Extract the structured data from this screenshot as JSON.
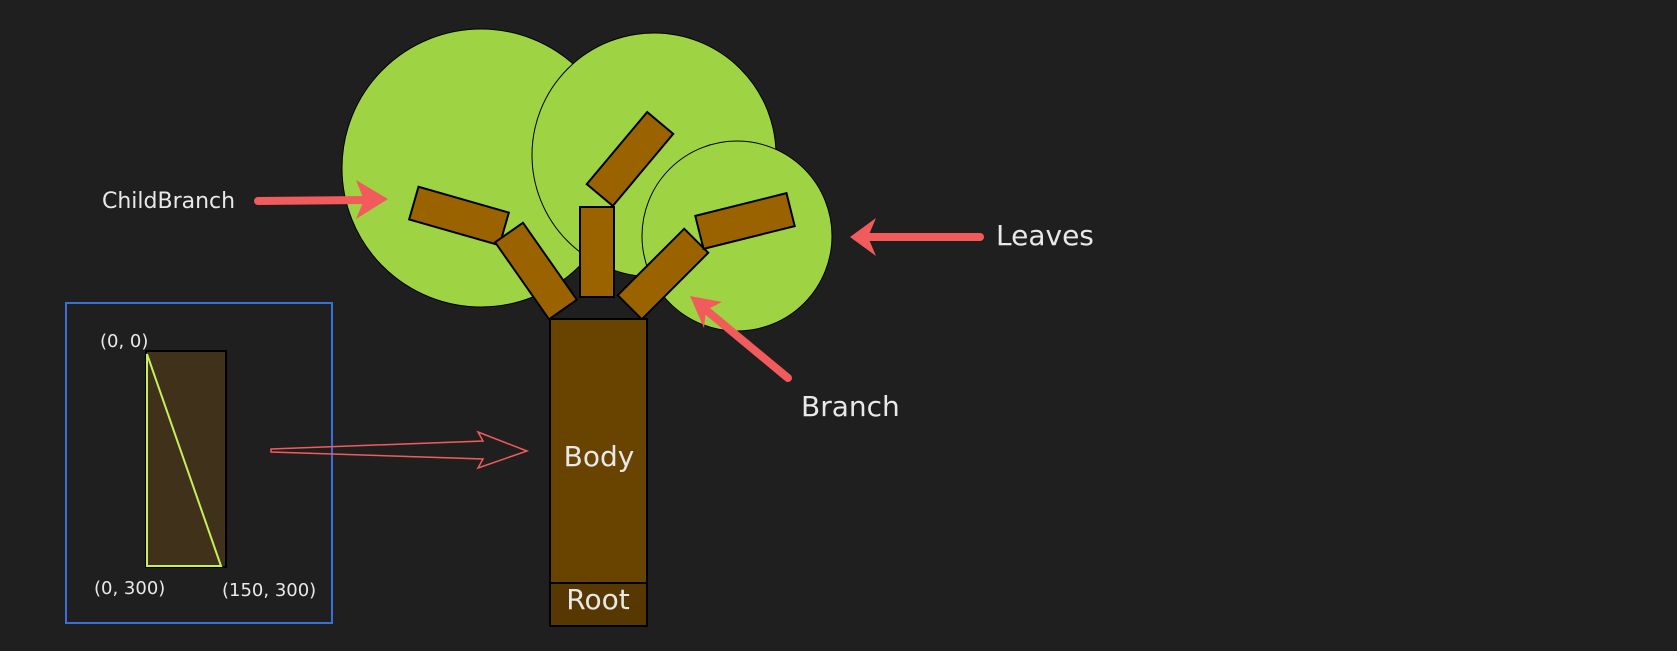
{
  "colors": {
    "background": "#1f1f1f",
    "leaves": "#9ed444",
    "branch": "#9b6300",
    "body": "#694300",
    "root": "#573800",
    "outline": "#000000",
    "arrow": "#f25b5b",
    "text": "#e8e8e8",
    "inset_border": "#3a6fd8",
    "inset_rect": "#3f311a",
    "inset_triangle": "#c7ef5c"
  },
  "labels": {
    "child_branch": "ChildBranch",
    "leaves": "Leaves",
    "branch": "Branch",
    "body": "Body",
    "root": "Root"
  },
  "inset": {
    "top_left": "(0, 0)",
    "bottom_left": "(0, 300)",
    "bottom_right": "(150, 300)"
  }
}
